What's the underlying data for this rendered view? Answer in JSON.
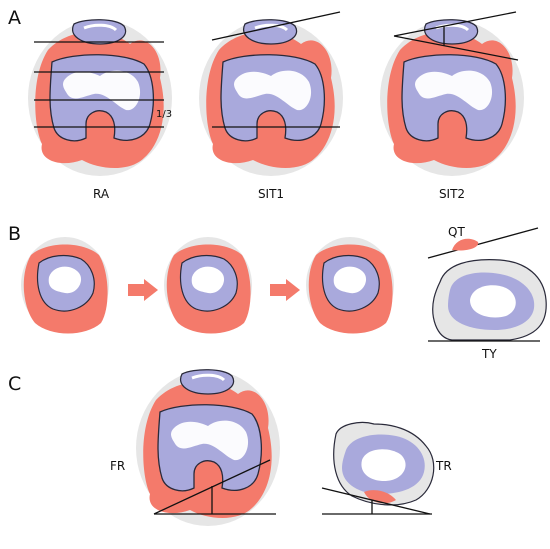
{
  "figure": {
    "panels": [
      {
        "letter": "A",
        "captions": [
          "RA",
          "SIT1",
          "SIT2"
        ],
        "annotation": "1/3"
      },
      {
        "letter": "B",
        "captions": [
          "QT",
          "TY"
        ]
      },
      {
        "letter": "C",
        "captions": [
          "FR",
          "TR"
        ]
      }
    ]
  },
  "colors": {
    "background": "#ffffff",
    "halo": "#e6e6e6",
    "soft_tissue": "#f47a6b",
    "bone": "#a9a9dc",
    "bone_outline": "#2a2a3a",
    "trabecular": "#ffffff",
    "arrow": "#f47a6b",
    "line": "#111111"
  }
}
